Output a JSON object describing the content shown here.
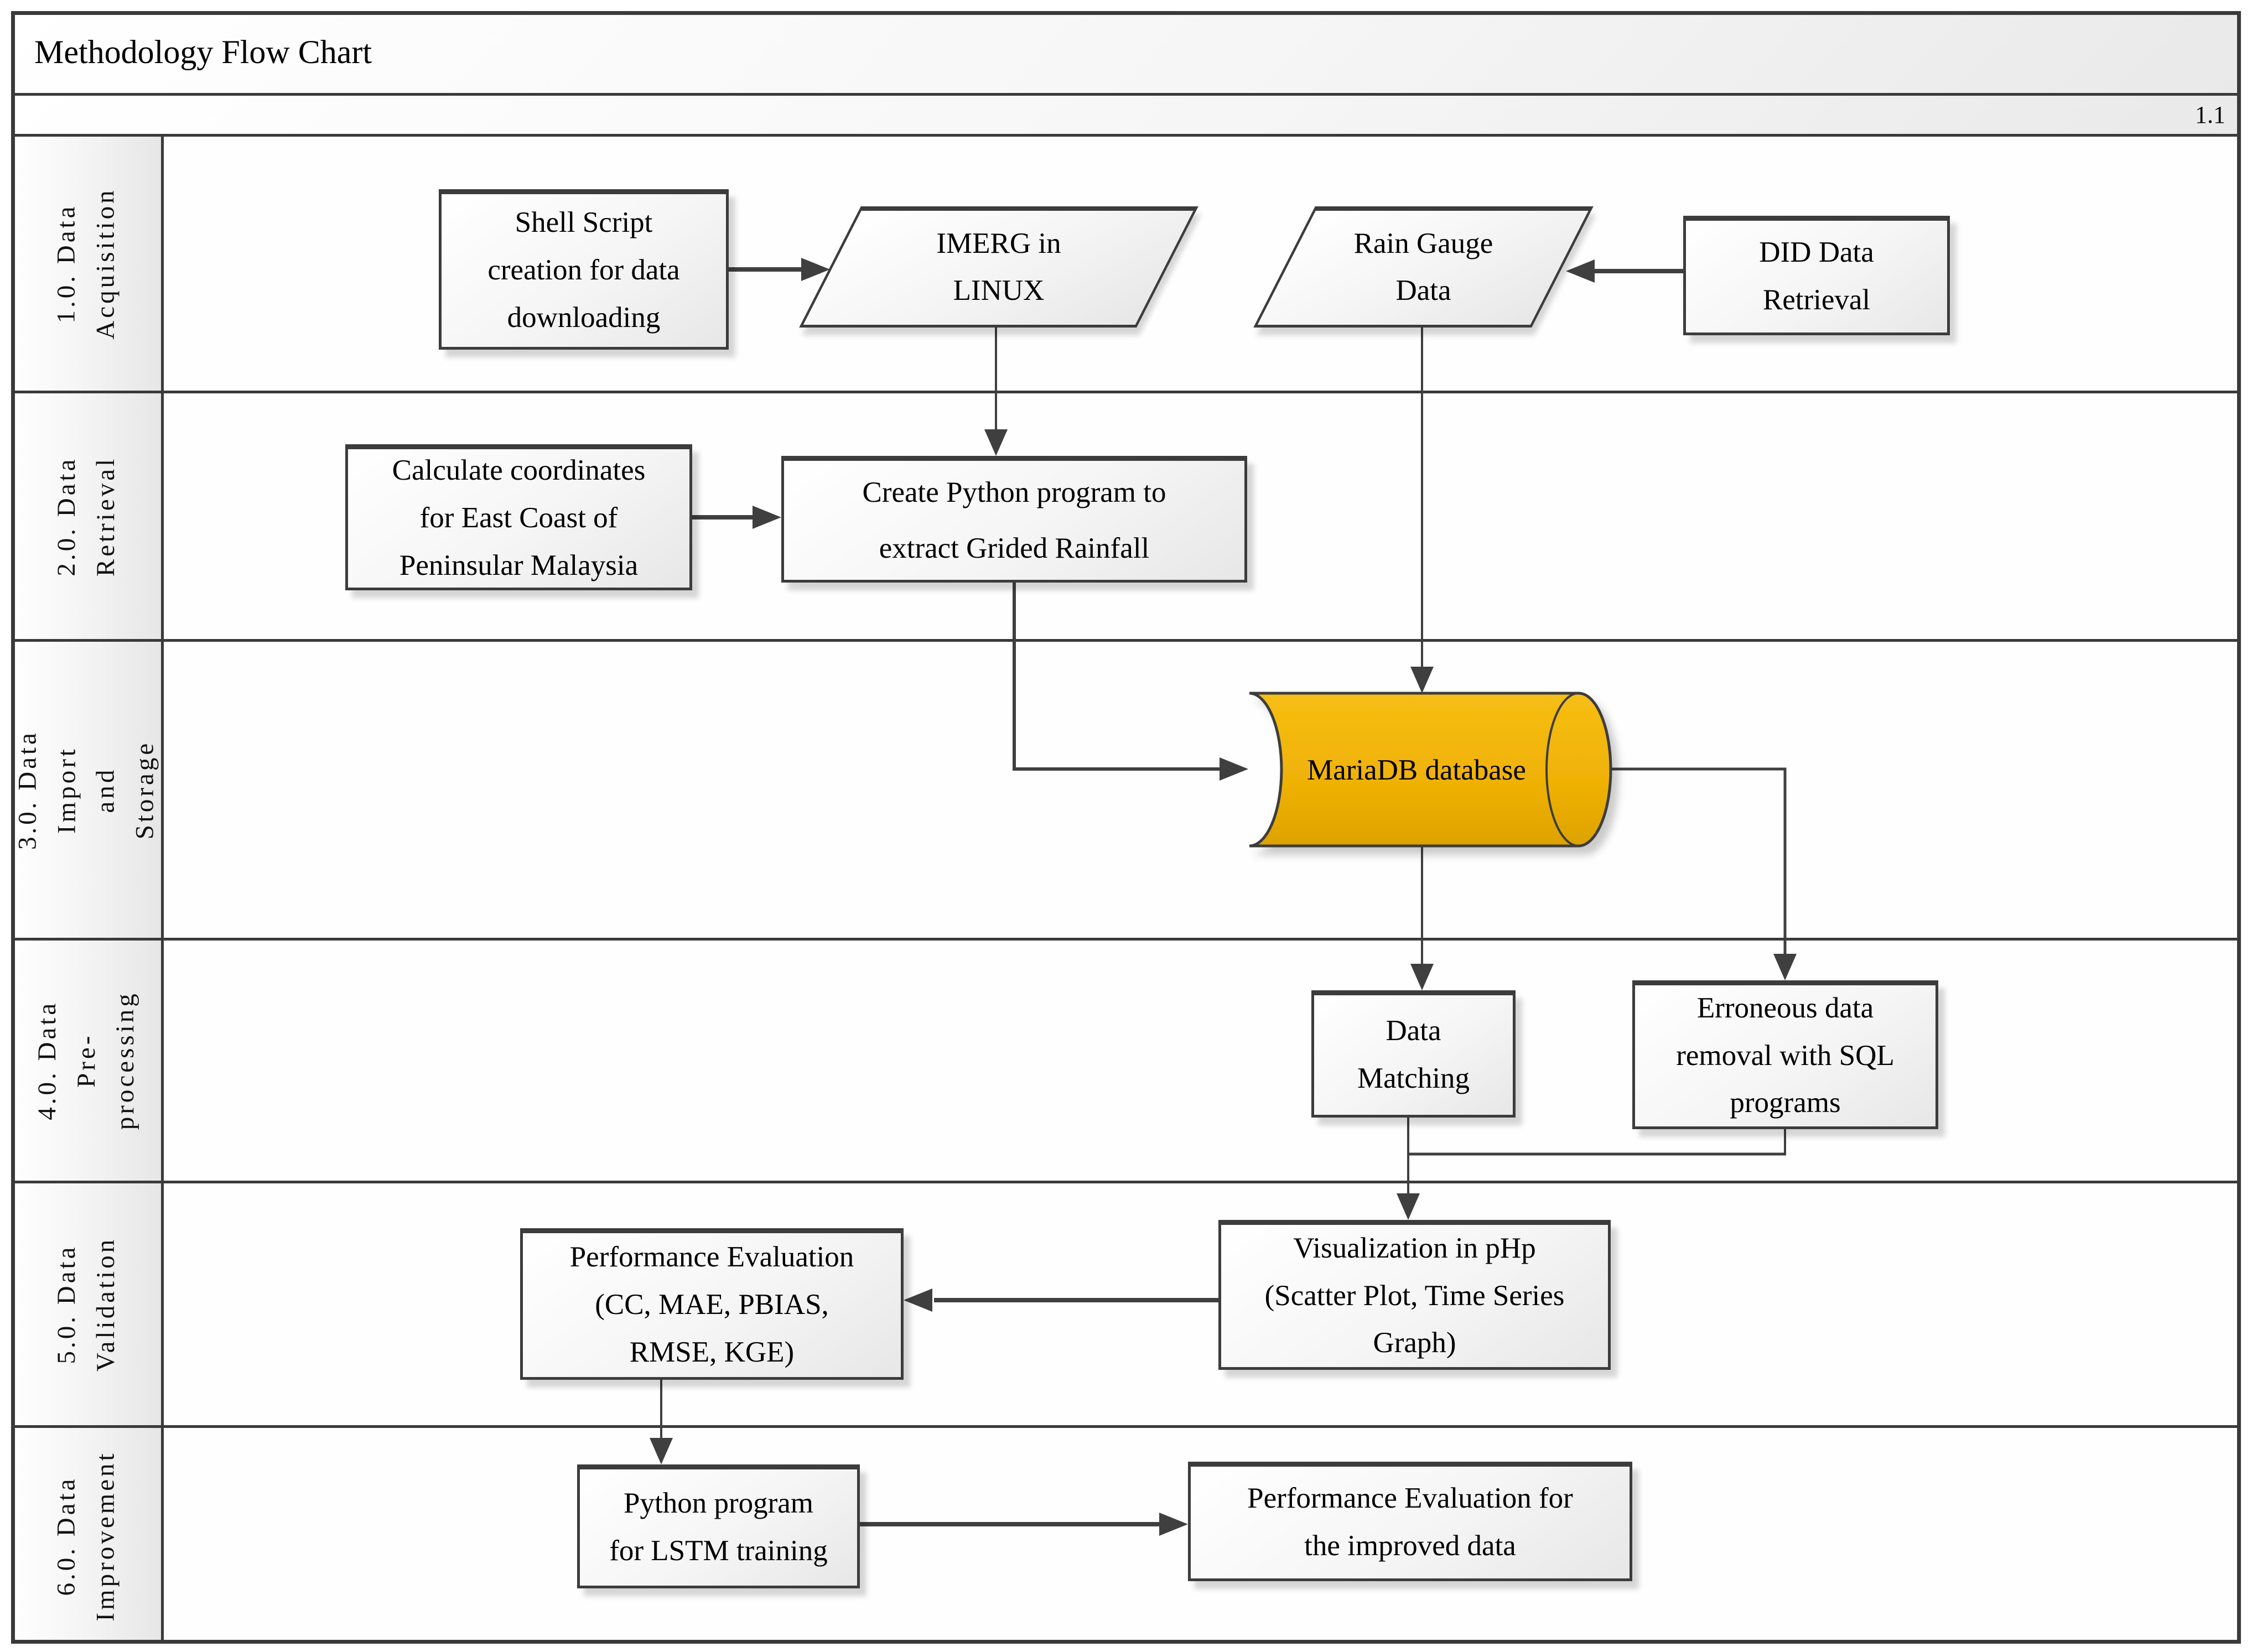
{
  "header": {
    "title": "Methodology Flow Chart",
    "revision": "1.1"
  },
  "lanes": [
    {
      "id": "lane-1",
      "label": "1.0. Data\nAcquisition"
    },
    {
      "id": "lane-2",
      "label": "2.0. Data\nRetrieval"
    },
    {
      "id": "lane-3",
      "label": "3.0. Data Import\nand Storage"
    },
    {
      "id": "lane-4",
      "label": "4.0. Data\nPre-processing"
    },
    {
      "id": "lane-5",
      "label": "5.0. Data\nValidation"
    },
    {
      "id": "lane-6",
      "label": "6.0. Data\nImprovement"
    }
  ],
  "nodes": [
    {
      "id": "shell-script",
      "lane": "1.0. Data Acquisition",
      "shape": "process",
      "text": "Shell Script\ncreation for data\ndownloading"
    },
    {
      "id": "imerg-linux",
      "lane": "1.0. Data Acquisition",
      "shape": "data-io",
      "text": "IMERG in\nLINUX"
    },
    {
      "id": "rain-gauge-data",
      "lane": "1.0. Data Acquisition",
      "shape": "data-io",
      "text": "Rain Gauge\nData"
    },
    {
      "id": "did-data-retrieval",
      "lane": "1.0. Data Acquisition",
      "shape": "process",
      "text": "DID Data\nRetrieval"
    },
    {
      "id": "calc-coordinates",
      "lane": "2.0. Data Retrieval",
      "shape": "process",
      "text": "Calculate coordinates\nfor East Coast of\nPeninsular Malaysia"
    },
    {
      "id": "create-python",
      "lane": "2.0. Data Retrieval",
      "shape": "process",
      "text": "Create Python program to\nextract Grided Rainfall"
    },
    {
      "id": "mariadb-database",
      "lane": "3.0. Data Import and Storage",
      "shape": "database",
      "text": "MariaDB database"
    },
    {
      "id": "data-matching",
      "lane": "4.0. Data Pre-processing",
      "shape": "process",
      "text": "Data\nMatching"
    },
    {
      "id": "erroneous-removal",
      "lane": "4.0. Data Pre-processing",
      "shape": "process",
      "text": "Erroneous data\nremoval with SQL\nprograms"
    },
    {
      "id": "performance-eval",
      "lane": "5.0. Data Validation",
      "shape": "process",
      "text": "Performance Evaluation\n(CC, MAE, PBIAS,\nRMSE, KGE)"
    },
    {
      "id": "visualization-php",
      "lane": "5.0. Data Validation",
      "shape": "process",
      "text": "Visualization in pHp\n(Scatter Plot, Time Series\nGraph)"
    },
    {
      "id": "python-lstm",
      "lane": "6.0. Data Improvement",
      "shape": "process",
      "text": "Python program\nfor LSTM training"
    },
    {
      "id": "perf-eval-improved",
      "lane": "6.0. Data Improvement",
      "shape": "process",
      "text": "Performance Evaluation for\nthe improved data"
    }
  ],
  "edges": [
    {
      "from": "shell-script",
      "to": "imerg-linux"
    },
    {
      "from": "did-data-retrieval",
      "to": "rain-gauge-data"
    },
    {
      "from": "imerg-linux",
      "to": "create-python"
    },
    {
      "from": "calc-coordinates",
      "to": "create-python"
    },
    {
      "from": "create-python",
      "to": "mariadb-database"
    },
    {
      "from": "rain-gauge-data",
      "to": "mariadb-database"
    },
    {
      "from": "mariadb-database",
      "to": "data-matching"
    },
    {
      "from": "mariadb-database",
      "to": "erroneous-removal"
    },
    {
      "from": "data-matching",
      "to": "visualization-php"
    },
    {
      "from": "erroneous-removal",
      "to": "visualization-php"
    },
    {
      "from": "visualization-php",
      "to": "performance-eval"
    },
    {
      "from": "performance-eval",
      "to": "python-lstm"
    },
    {
      "from": "python-lstm",
      "to": "perf-eval-improved"
    }
  ],
  "colors": {
    "line": "#3f3f3f",
    "box_border": "#3c3c3c",
    "database_top": "#f6be14",
    "database_bottom": "#dda200"
  }
}
